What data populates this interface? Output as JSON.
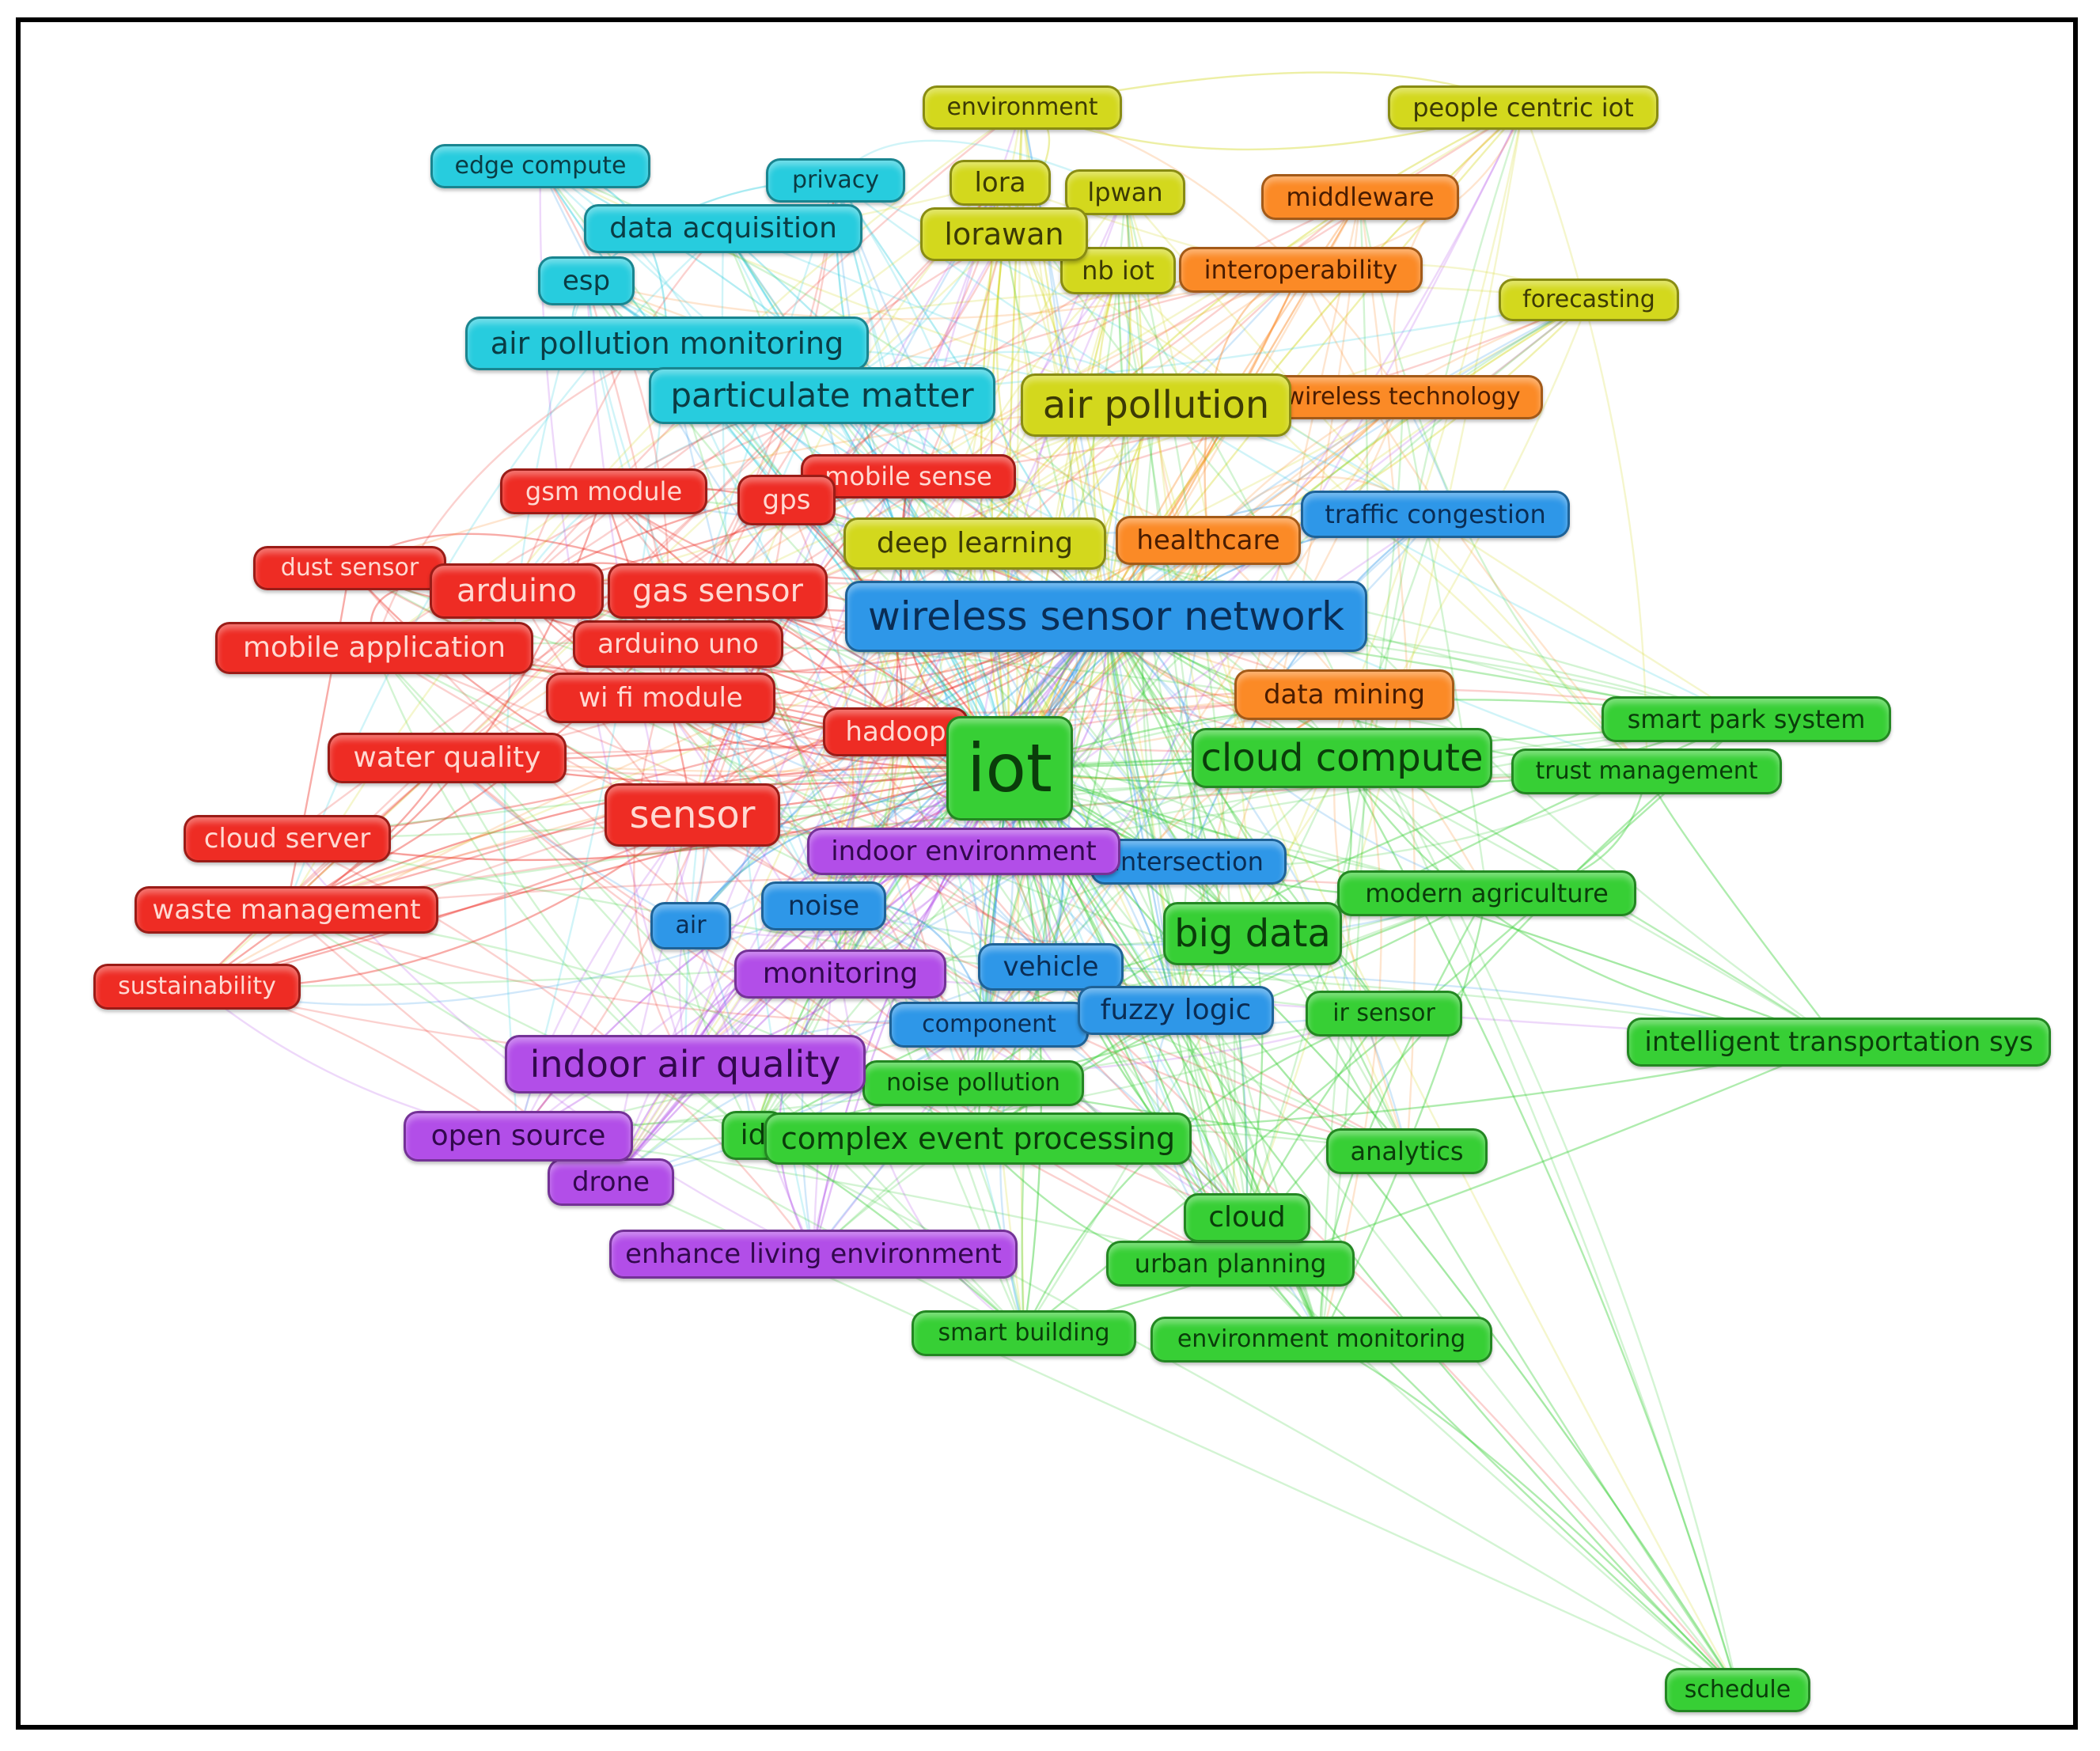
{
  "cluster_colors": {
    "red": {
      "fill": "#ee2c24",
      "text": "#ffd9d2"
    },
    "green": {
      "fill": "#37cf35",
      "text": "#0a3d0a"
    },
    "blue": {
      "fill": "#2e97e8",
      "text": "#0a2d55"
    },
    "yellow": {
      "fill": "#d3d81d",
      "text": "#3c3a05"
    },
    "cyan": {
      "fill": "#27ccde",
      "text": "#0a3c44"
    },
    "purple": {
      "fill": "#b24ee8",
      "text": "#32084d"
    },
    "orange": {
      "fill": "#fb8a26",
      "text": "#4a1c00"
    }
  },
  "keywords": [
    {
      "label": "iot",
      "cluster": "green"
    },
    {
      "label": "wireless sensor network",
      "cluster": "blue"
    },
    {
      "label": "cloud compute",
      "cluster": "green"
    },
    {
      "label": "big data",
      "cluster": "green"
    },
    {
      "label": "air pollution",
      "cluster": "yellow"
    },
    {
      "label": "particulate matter",
      "cluster": "cyan"
    },
    {
      "label": "air pollution monitoring",
      "cluster": "cyan"
    },
    {
      "label": "indoor air quality",
      "cluster": "purple"
    },
    {
      "label": "sensor",
      "cluster": "red"
    },
    {
      "label": "arduino",
      "cluster": "red"
    },
    {
      "label": "gas sensor",
      "cluster": "red"
    },
    {
      "label": "lorawan",
      "cluster": "yellow"
    },
    {
      "label": "monitoring",
      "cluster": "purple"
    },
    {
      "label": "data acquisition",
      "cluster": "cyan"
    },
    {
      "label": "edge compute",
      "cluster": "cyan"
    },
    {
      "label": "privacy",
      "cluster": "cyan"
    },
    {
      "label": "esp",
      "cluster": "cyan"
    },
    {
      "label": "environment",
      "cluster": "yellow"
    },
    {
      "label": "people centric iot",
      "cluster": "yellow"
    },
    {
      "label": "lora",
      "cluster": "yellow"
    },
    {
      "label": "lpwan",
      "cluster": "yellow"
    },
    {
      "label": "nb iot",
      "cluster": "yellow"
    },
    {
      "label": "forecasting",
      "cluster": "yellow"
    },
    {
      "label": "deep learning",
      "cluster": "yellow"
    },
    {
      "label": "middleware",
      "cluster": "orange"
    },
    {
      "label": "interoperability",
      "cluster": "orange"
    },
    {
      "label": "wireless technology",
      "cluster": "orange"
    },
    {
      "label": "healthcare",
      "cluster": "orange"
    },
    {
      "label": "data mining",
      "cluster": "orange"
    },
    {
      "label": "traffic congestion",
      "cluster": "blue"
    },
    {
      "label": "intersection",
      "cluster": "blue"
    },
    {
      "label": "noise",
      "cluster": "blue"
    },
    {
      "label": "air",
      "cluster": "blue"
    },
    {
      "label": "vehicle",
      "cluster": "blue"
    },
    {
      "label": "fuzzy logic",
      "cluster": "blue"
    },
    {
      "label": "component",
      "cluster": "blue"
    },
    {
      "label": "gsm module",
      "cluster": "red"
    },
    {
      "label": "gps",
      "cluster": "red"
    },
    {
      "label": "mobile sense",
      "cluster": "red"
    },
    {
      "label": "dust sensor",
      "cluster": "red"
    },
    {
      "label": "mobile application",
      "cluster": "red"
    },
    {
      "label": "arduino uno",
      "cluster": "red"
    },
    {
      "label": "wi fi module",
      "cluster": "red"
    },
    {
      "label": "hadoop",
      "cluster": "red"
    },
    {
      "label": "water quality",
      "cluster": "red"
    },
    {
      "label": "cloud server",
      "cluster": "red"
    },
    {
      "label": "waste management",
      "cluster": "red"
    },
    {
      "label": "sustainability",
      "cluster": "red"
    },
    {
      "label": "indoor environment",
      "cluster": "purple"
    },
    {
      "label": "open source",
      "cluster": "purple"
    },
    {
      "label": "drone",
      "cluster": "purple"
    },
    {
      "label": "enhance living environment",
      "cluster": "purple"
    },
    {
      "label": "smart park system",
      "cluster": "green"
    },
    {
      "label": "trust management",
      "cluster": "green"
    },
    {
      "label": "modern agriculture",
      "cluster": "green"
    },
    {
      "label": "ir sensor",
      "cluster": "green"
    },
    {
      "label": "intelligent transportation sys",
      "cluster": "green"
    },
    {
      "label": "noise pollution",
      "cluster": "green"
    },
    {
      "label": "id",
      "cluster": "green"
    },
    {
      "label": "complex event processing",
      "cluster": "green"
    },
    {
      "label": "analytics",
      "cluster": "green"
    },
    {
      "label": "cloud",
      "cluster": "green"
    },
    {
      "label": "urban planning",
      "cluster": "green"
    },
    {
      "label": "smart building",
      "cluster": "green"
    },
    {
      "label": "environment monitoring",
      "cluster": "green"
    },
    {
      "label": "schedule",
      "cluster": "green"
    }
  ]
}
